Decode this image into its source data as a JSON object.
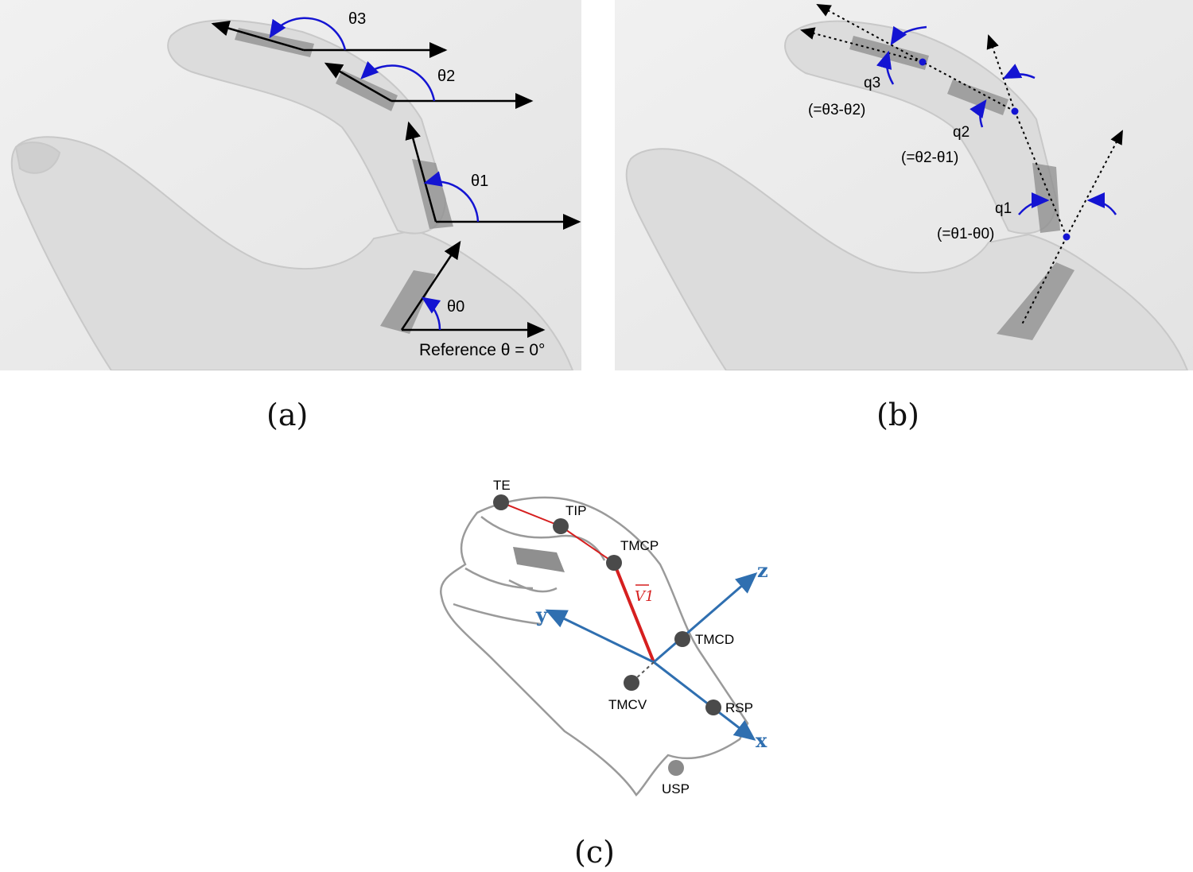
{
  "panel_a": {
    "theta3": "θ3",
    "theta2": "θ2",
    "theta1": "θ1",
    "theta0": "θ0",
    "reference": "Reference θ = 0°"
  },
  "panel_b": {
    "q3": "q3",
    "q3_eq": "(=θ3-θ2)",
    "q2": "q2",
    "q2_eq": "(=θ2-θ1)",
    "q1": "q1",
    "q1_eq": "(=θ1-θ0)"
  },
  "panel_c": {
    "te": "TE",
    "tip": "TIP",
    "tmcp": "TMCP",
    "tmcd": "TMCD",
    "tmcv": "TMCV",
    "rsp": "RSP",
    "usp": "USP",
    "v1": "V1",
    "axis_x": "x",
    "axis_y": "y",
    "axis_z": "z"
  },
  "captions": {
    "a": "(a)",
    "b": "(b)",
    "c": "(c)"
  },
  "colors": {
    "arc_blue": "#1414d2",
    "axis_blue": "#2f6fb0",
    "vector_red": "#d61f1f",
    "marker_gray": "#4a4a4a"
  }
}
